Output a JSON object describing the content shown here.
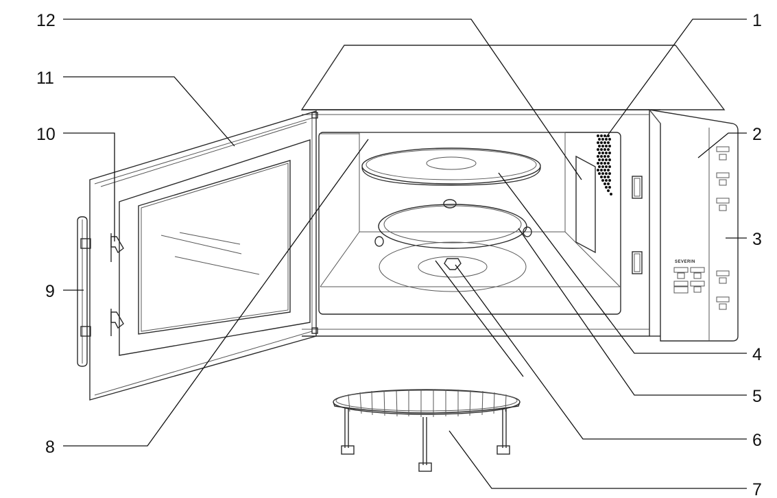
{
  "callouts": [
    {
      "number": "1"
    },
    {
      "number": "2"
    },
    {
      "number": "3"
    },
    {
      "number": "4"
    },
    {
      "number": "5"
    },
    {
      "number": "6"
    },
    {
      "number": "7"
    },
    {
      "number": "8"
    },
    {
      "number": "9"
    },
    {
      "number": "10"
    },
    {
      "number": "11"
    },
    {
      "number": "12"
    }
  ],
  "control_panel": {
    "brand": "SEVERIN"
  }
}
